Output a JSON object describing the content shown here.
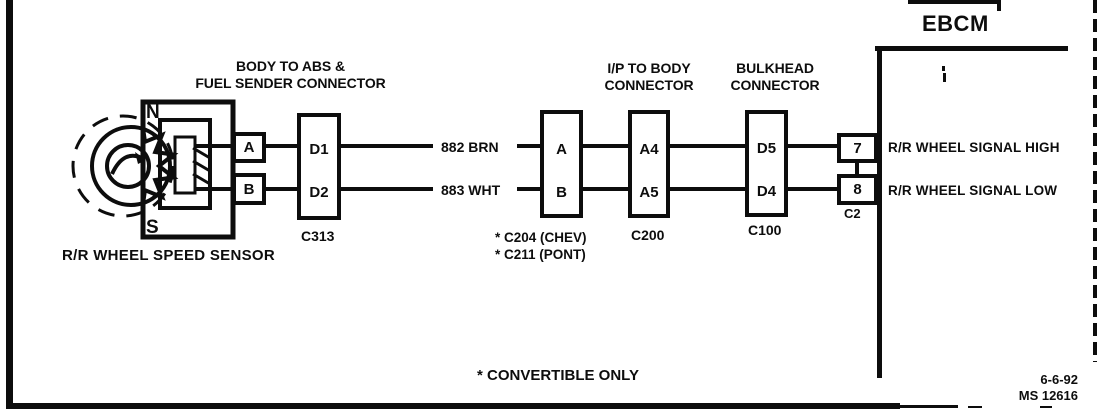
{
  "colors": {
    "ink": "#0d0d0d",
    "paper": "#ffffff"
  },
  "titles": {
    "ebcm": "EBCM",
    "sensor_label": "R/R WHEEL SPEED SENSOR",
    "footnote": "* CONVERTIBLE ONLY",
    "date": "6-6-92",
    "doc_number": "MS 12616"
  },
  "headers": {
    "body_abs_line1": "BODY TO ABS &",
    "body_abs_line2": "FUEL SENDER CONNECTOR",
    "ip_body_line1": "I/P TO BODY",
    "ip_body_line2": "CONNECTOR",
    "bulkhead_line1": "BULKHEAD",
    "bulkhead_line2": "CONNECTOR"
  },
  "sensor": {
    "pole_n": "N",
    "pole_s": "S",
    "pin_a": "A",
    "pin_b": "B"
  },
  "c313": {
    "pin1": "D1",
    "pin2": "D2",
    "label": "C313"
  },
  "c204": {
    "pin1": "A",
    "pin2": "B",
    "label1": "* C204 (CHEV)",
    "label2": "* C211 (PONT)"
  },
  "c200": {
    "pin1": "A4",
    "pin2": "A5",
    "label": "C200"
  },
  "c100": {
    "pin1": "D5",
    "pin2": "D4",
    "label": "C100"
  },
  "wires": {
    "top_label": "882 BRN",
    "bottom_label": "883 WHT"
  },
  "ebcm": {
    "pin_top": "7",
    "pin_bottom": "8",
    "connector": "C2",
    "signal_top": "R/R WHEEL SIGNAL HIGH",
    "signal_bottom": "R/R WHEEL SIGNAL LOW"
  }
}
